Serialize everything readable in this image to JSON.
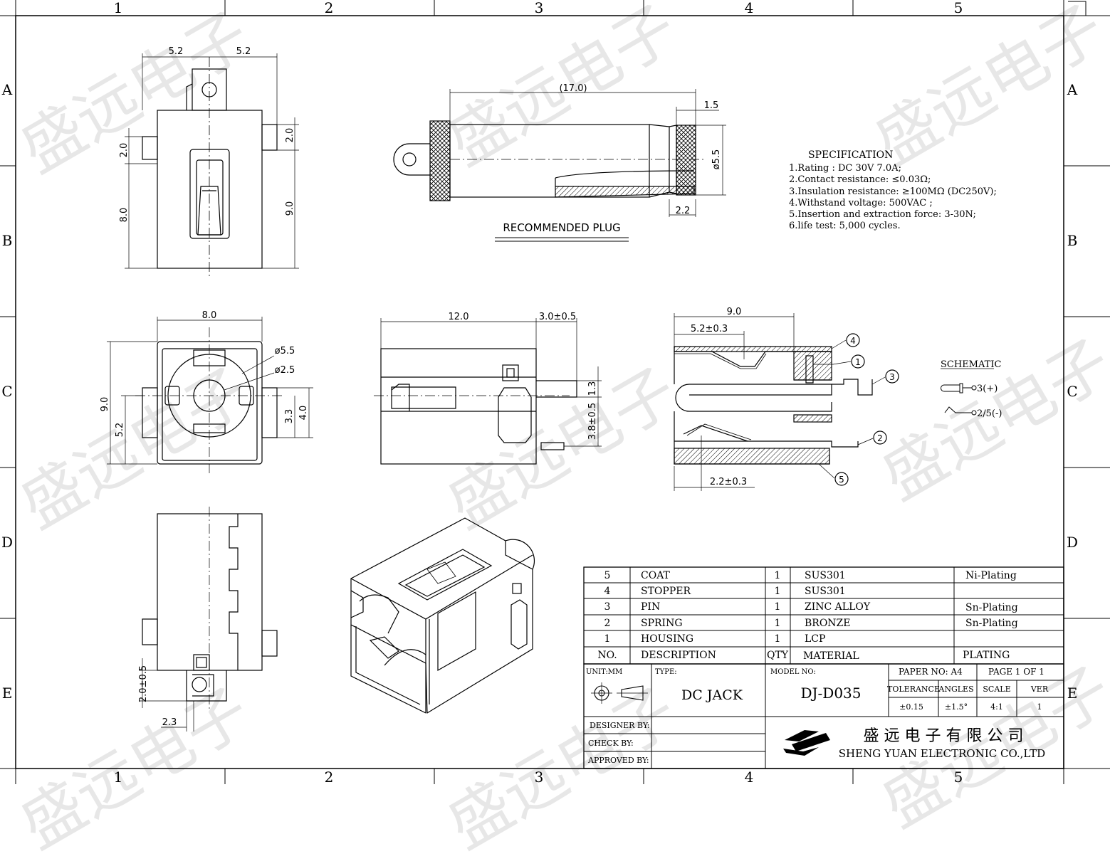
{
  "frame": {
    "cols": [
      "1",
      "2",
      "3",
      "4",
      "5"
    ],
    "rows": [
      "A",
      "B",
      "C",
      "D",
      "E"
    ]
  },
  "watermark": "盛远电子",
  "views": {
    "top": {
      "dim_left": "5.2",
      "dim_right": "5.2",
      "dim_pin_left": "2.0",
      "dim_pin_right": "2.0",
      "dim_h_left": "8.0",
      "dim_h_right": "9.0"
    },
    "plug": {
      "dim_len": "(17.0)",
      "dim_tip": "1.5",
      "dim_dia": "ø5.5",
      "dim_base": "2.2",
      "title": "RECOMMENDED   PLUG"
    },
    "front": {
      "dim_w": "8.0",
      "dim_d1": "ø5.5",
      "dim_d2": "ø2.5",
      "dim_h": "9.0",
      "dim_h2": "5.2",
      "dim_a": "3.3",
      "dim_b": "4.0"
    },
    "side": {
      "dim_len": "12.0",
      "dim_tail": "3.0±0.5",
      "dim_pin": "1.3",
      "dim_pin2": "3.8±0.5"
    },
    "section": {
      "dim_len": "9.0",
      "dim_a": "5.2±0.3",
      "dim_b": "2.2±0.3",
      "callouts": [
        "4",
        "1",
        "3",
        "2",
        "5"
      ]
    },
    "bottom": {
      "dim_a": "2.0±0.5",
      "dim_b": "2.3"
    }
  },
  "specification": {
    "title": "SPECIFICATION",
    "items": [
      "1.Rating : DC 30V 7.0A;",
      "2.Contact resistance: ≤0.03Ω;",
      "3.Insulation resistance: ≥100MΩ  (DC250V);",
      "4.Withstand voltage: 500VAC ;",
      "5.Insertion and extraction force: 3-30N;",
      "6.life test: 5,000 cycles."
    ]
  },
  "schematic": {
    "title": "SCHEMATIC",
    "pin_pos": "3(+)",
    "pin_neg": "2/5(-)"
  },
  "bom": {
    "rows": [
      {
        "no": "5",
        "desc": "COAT",
        "qty": "1",
        "material": "SUS301",
        "plating": "Ni-Plating"
      },
      {
        "no": "4",
        "desc": "STOPPER",
        "qty": "1",
        "material": "SUS301",
        "plating": ""
      },
      {
        "no": "3",
        "desc": "PIN",
        "qty": "1",
        "material": "ZINC ALLOY",
        "plating": "Sn-Plating"
      },
      {
        "no": "2",
        "desc": "SPRING",
        "qty": "1",
        "material": "BRONZE",
        "plating": "Sn-Plating"
      },
      {
        "no": "1",
        "desc": "HOUSING",
        "qty": "1",
        "material": "LCP",
        "plating": ""
      }
    ],
    "header": {
      "no": "NO.",
      "desc": "DESCRIPTION",
      "qty": "QTY",
      "material": "MATERIAL",
      "plating": "PLATING"
    }
  },
  "titleblock": {
    "unit_label": "UNIT:MM",
    "type_label": "TYPE:",
    "type_value": "DC  JACK",
    "model_label": "MODEL NO:",
    "model_value": "DJ-D035",
    "paper": "PAPER NO: A4",
    "page": "PAGE 1 OF 1",
    "tolerance_label": "TOLERANCE",
    "angles_label": "ANGLES",
    "scale_label": "SCALE",
    "ver_label": "VER",
    "tolerance_value": "±0.15",
    "angles_value": "±1.5°",
    "scale_value": "4:1",
    "ver_value": "1",
    "designer": "DESIGNER BY:",
    "check": "CHECK    BY:",
    "approved": "APPROVED BY:",
    "company_cn": "盛 远 电 子 有 限 公 司",
    "company_en": "SHENG YUAN ELECTRONIC CO.,LTD"
  }
}
